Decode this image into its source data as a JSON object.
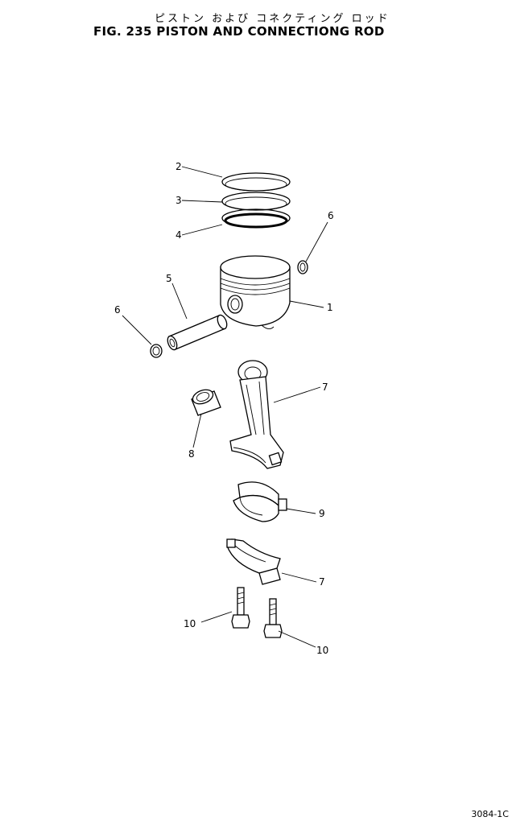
{
  "header": {
    "title_jp": "ピストン および コネクティング ロッド",
    "title_en": "FIG. 235  PISTON AND CONNECTIONG ROD"
  },
  "callouts": [
    "2",
    "3",
    "4",
    "6",
    "5",
    "1",
    "6",
    "7",
    "8",
    "9",
    "7",
    "10",
    "10"
  ],
  "footer": {
    "code": "3084-1C"
  }
}
